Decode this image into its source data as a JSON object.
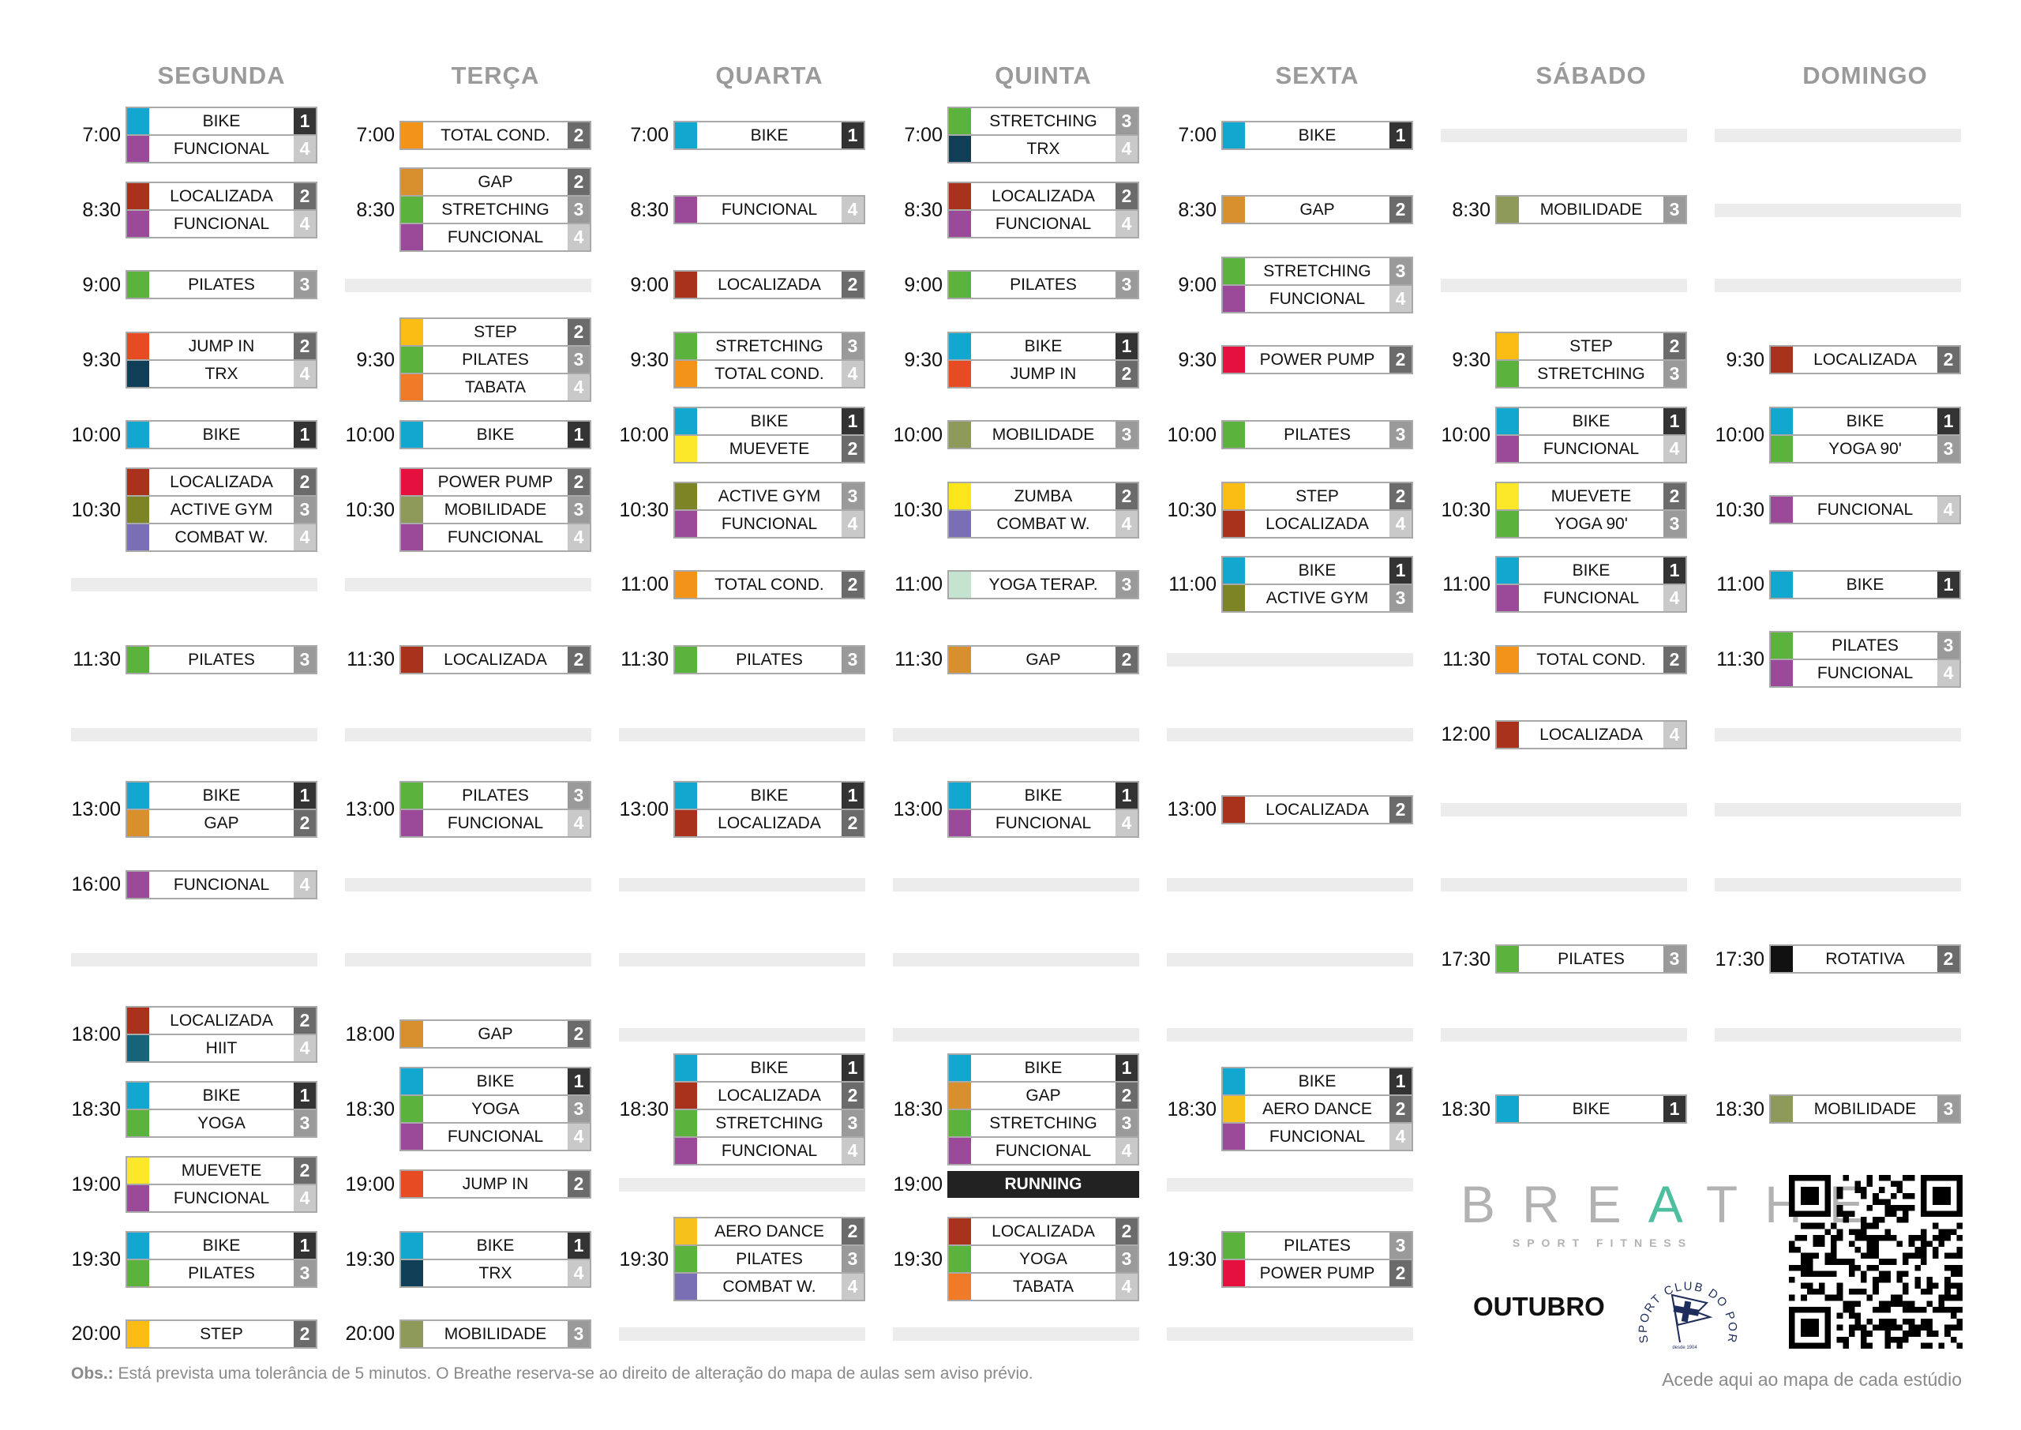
{
  "colors": {
    "BIKE": "#12a7cf",
    "FUNCIONAL": "#9b4a9a",
    "LOCALIZADA": "#a8321c",
    "PILATES": "#5bb33e",
    "JUMP IN": "#e64b24",
    "TRX": "#0f3e56",
    "TOTAL COND.": "#f39419",
    "GAP": "#d8902f",
    "STRETCHING": "#5bb33e",
    "STEP": "#fbbc13",
    "TABATA": "#f07a27",
    "POWER PUMP": "#e5103d",
    "MOBILIDADE": "#8e9a5a",
    "ACTIVE GYM": "#7c8426",
    "COMBAT W.": "#7a6eb5",
    "MUEVETE": "#fce829",
    "YOGA": "#5bb33e",
    "HIIT": "#17647a",
    "ZUMBA": "#fce51a",
    "YOGA TERAP.": "#c4e4cf",
    "AERO DANCE": "#f6c21a",
    "YOGA 90'": "#5bb33e",
    "ROTATIVA": "#111111",
    "room1": "#333333",
    "room2": "#6b6b6b",
    "room3": "#9a9a9a",
    "room4": "#c9c9c9",
    "accent": "#4dbfa0"
  },
  "days": [
    {
      "name": "SEGUNDA",
      "slots": [
        {
          "time": "7:00",
          "classes": [
            {
              "name": "BIKE",
              "room": "1"
            },
            {
              "name": "FUNCIONAL",
              "room": "4"
            }
          ]
        },
        {
          "time": "8:30",
          "classes": [
            {
              "name": "LOCALIZADA",
              "room": "2"
            },
            {
              "name": "FUNCIONAL",
              "room": "4"
            }
          ]
        },
        {
          "time": "9:00",
          "classes": [
            {
              "name": "PILATES",
              "room": "3"
            }
          ]
        },
        {
          "time": "9:30",
          "classes": [
            {
              "name": "JUMP IN",
              "room": "2"
            },
            {
              "name": "TRX",
              "room": "4"
            }
          ]
        },
        {
          "time": "10:00",
          "classes": [
            {
              "name": "BIKE",
              "room": "1"
            }
          ]
        },
        {
          "time": "10:30",
          "classes": [
            {
              "name": "LOCALIZADA",
              "room": "2"
            },
            {
              "name": "ACTIVE GYM",
              "room": "3"
            },
            {
              "name": "COMBAT W.",
              "room": "4"
            }
          ]
        },
        null,
        {
          "time": "11:30",
          "classes": [
            {
              "name": "PILATES",
              "room": "3"
            }
          ]
        },
        null,
        {
          "time": "13:00",
          "classes": [
            {
              "name": "BIKE",
              "room": "1"
            },
            {
              "name": "GAP",
              "room": "2"
            }
          ]
        },
        {
          "time": "16:00",
          "classes": [
            {
              "name": "FUNCIONAL",
              "room": "4"
            }
          ]
        },
        null,
        {
          "time": "18:00",
          "classes": [
            {
              "name": "LOCALIZADA",
              "room": "2"
            },
            {
              "name": "HIIT",
              "room": "4"
            }
          ]
        },
        {
          "time": "18:30",
          "classes": [
            {
              "name": "BIKE",
              "room": "1"
            },
            {
              "name": "YOGA",
              "room": "3"
            }
          ]
        },
        {
          "time": "19:00",
          "classes": [
            {
              "name": "MUEVETE",
              "room": "2"
            },
            {
              "name": "FUNCIONAL",
              "room": "4"
            }
          ]
        },
        {
          "time": "19:30",
          "classes": [
            {
              "name": "BIKE",
              "room": "1"
            },
            {
              "name": "PILATES",
              "room": "3"
            }
          ]
        },
        {
          "time": "20:00",
          "classes": [
            {
              "name": "STEP",
              "room": "2"
            }
          ]
        }
      ]
    },
    {
      "name": "TERÇA",
      "slots": [
        {
          "time": "7:00",
          "classes": [
            {
              "name": "TOTAL COND.",
              "room": "2"
            }
          ]
        },
        {
          "time": "8:30",
          "classes": [
            {
              "name": "GAP",
              "room": "2"
            },
            {
              "name": "STRETCHING",
              "room": "3"
            },
            {
              "name": "FUNCIONAL",
              "room": "4"
            }
          ]
        },
        null,
        {
          "time": "9:30",
          "classes": [
            {
              "name": "STEP",
              "room": "2"
            },
            {
              "name": "PILATES",
              "room": "3"
            },
            {
              "name": "TABATA",
              "room": "4"
            }
          ]
        },
        {
          "time": "10:00",
          "classes": [
            {
              "name": "BIKE",
              "room": "1"
            }
          ]
        },
        {
          "time": "10:30",
          "classes": [
            {
              "name": "POWER PUMP",
              "room": "2"
            },
            {
              "name": "MOBILIDADE",
              "room": "3"
            },
            {
              "name": "FUNCIONAL",
              "room": "4"
            }
          ]
        },
        null,
        {
          "time": "11:30",
          "classes": [
            {
              "name": "LOCALIZADA",
              "room": "2"
            }
          ]
        },
        null,
        {
          "time": "13:00",
          "classes": [
            {
              "name": "PILATES",
              "room": "3"
            },
            {
              "name": "FUNCIONAL",
              "room": "4"
            }
          ]
        },
        null,
        null,
        {
          "time": "18:00",
          "classes": [
            {
              "name": "GAP",
              "room": "2"
            }
          ]
        },
        {
          "time": "18:30",
          "classes": [
            {
              "name": "BIKE",
              "room": "1"
            },
            {
              "name": "YOGA",
              "room": "3"
            },
            {
              "name": "FUNCIONAL",
              "room": "4"
            }
          ]
        },
        {
          "time": "19:00",
          "classes": [
            {
              "name": "JUMP IN",
              "room": "2"
            }
          ]
        },
        {
          "time": "19:30",
          "classes": [
            {
              "name": "BIKE",
              "room": "1"
            },
            {
              "name": "TRX",
              "room": "4"
            }
          ]
        },
        {
          "time": "20:00",
          "classes": [
            {
              "name": "MOBILIDADE",
              "room": "3"
            }
          ]
        }
      ]
    },
    {
      "name": "QUARTA",
      "slots": [
        {
          "time": "7:00",
          "classes": [
            {
              "name": "BIKE",
              "room": "1"
            }
          ]
        },
        {
          "time": "8:30",
          "classes": [
            {
              "name": "FUNCIONAL",
              "room": "4"
            }
          ]
        },
        {
          "time": "9:00",
          "classes": [
            {
              "name": "LOCALIZADA",
              "room": "2"
            }
          ]
        },
        {
          "time": "9:30",
          "classes": [
            {
              "name": "STRETCHING",
              "room": "3"
            },
            {
              "name": "TOTAL COND.",
              "room": "4"
            }
          ]
        },
        {
          "time": "10:00",
          "classes": [
            {
              "name": "BIKE",
              "room": "1"
            },
            {
              "name": "MUEVETE",
              "room": "2"
            }
          ]
        },
        {
          "time": "10:30",
          "classes": [
            {
              "name": "ACTIVE GYM",
              "room": "3"
            },
            {
              "name": "FUNCIONAL",
              "room": "4"
            }
          ]
        },
        {
          "time": "11:00",
          "classes": [
            {
              "name": "TOTAL COND.",
              "room": "2"
            }
          ]
        },
        {
          "time": "11:30",
          "classes": [
            {
              "name": "PILATES",
              "room": "3"
            }
          ]
        },
        null,
        {
          "time": "13:00",
          "classes": [
            {
              "name": "BIKE",
              "room": "1"
            },
            {
              "name": "LOCALIZADA",
              "room": "2"
            }
          ]
        },
        null,
        null,
        null,
        {
          "time": "18:30",
          "classes": [
            {
              "name": "BIKE",
              "room": "1"
            },
            {
              "name": "LOCALIZADA",
              "room": "2"
            },
            {
              "name": "STRETCHING",
              "room": "3"
            },
            {
              "name": "FUNCIONAL",
              "room": "4"
            }
          ]
        },
        null,
        {
          "time": "19:30",
          "classes": [
            {
              "name": "AERO DANCE",
              "room": "2"
            },
            {
              "name": "PILATES",
              "room": "3"
            },
            {
              "name": "COMBAT W.",
              "room": "4"
            }
          ]
        },
        null
      ]
    },
    {
      "name": "QUINTA",
      "slots": [
        {
          "time": "7:00",
          "classes": [
            {
              "name": "STRETCHING",
              "room": "3"
            },
            {
              "name": "TRX",
              "room": "4"
            }
          ]
        },
        {
          "time": "8:30",
          "classes": [
            {
              "name": "LOCALIZADA",
              "room": "2"
            },
            {
              "name": "FUNCIONAL",
              "room": "4"
            }
          ]
        },
        {
          "time": "9:00",
          "classes": [
            {
              "name": "PILATES",
              "room": "3"
            }
          ]
        },
        {
          "time": "9:30",
          "classes": [
            {
              "name": "BIKE",
              "room": "1"
            },
            {
              "name": "JUMP IN",
              "room": "2"
            }
          ]
        },
        {
          "time": "10:00",
          "classes": [
            {
              "name": "MOBILIDADE",
              "room": "3"
            }
          ]
        },
        {
          "time": "10:30",
          "classes": [
            {
              "name": "ZUMBA",
              "room": "2"
            },
            {
              "name": "COMBAT W.",
              "room": "4"
            }
          ]
        },
        {
          "time": "11:00",
          "classes": [
            {
              "name": "YOGA TERAP.",
              "room": "3"
            }
          ]
        },
        {
          "time": "11:30",
          "classes": [
            {
              "name": "GAP",
              "room": "2"
            }
          ]
        },
        null,
        {
          "time": "13:00",
          "classes": [
            {
              "name": "BIKE",
              "room": "1"
            },
            {
              "name": "FUNCIONAL",
              "room": "4"
            }
          ]
        },
        null,
        null,
        null,
        {
          "time": "18:30",
          "classes": [
            {
              "name": "BIKE",
              "room": "1"
            },
            {
              "name": "GAP",
              "room": "2"
            },
            {
              "name": "STRETCHING",
              "room": "3"
            },
            {
              "name": "FUNCIONAL",
              "room": "4"
            }
          ]
        },
        {
          "time": "19:00",
          "special": "RUNNING"
        },
        {
          "time": "19:30",
          "classes": [
            {
              "name": "LOCALIZADA",
              "room": "2"
            },
            {
              "name": "YOGA",
              "room": "3"
            },
            {
              "name": "TABATA",
              "room": "4"
            }
          ]
        },
        null
      ]
    },
    {
      "name": "SEXTA",
      "slots": [
        {
          "time": "7:00",
          "classes": [
            {
              "name": "BIKE",
              "room": "1"
            }
          ]
        },
        {
          "time": "8:30",
          "classes": [
            {
              "name": "GAP",
              "room": "2"
            }
          ]
        },
        {
          "time": "9:00",
          "classes": [
            {
              "name": "STRETCHING",
              "room": "3"
            },
            {
              "name": "FUNCIONAL",
              "room": "4"
            }
          ]
        },
        {
          "time": "9:30",
          "classes": [
            {
              "name": "POWER PUMP",
              "room": "2"
            }
          ]
        },
        {
          "time": "10:00",
          "classes": [
            {
              "name": "PILATES",
              "room": "3"
            }
          ]
        },
        {
          "time": "10:30",
          "classes": [
            {
              "name": "STEP",
              "room": "2"
            },
            {
              "name": "LOCALIZADA",
              "room": "4"
            }
          ]
        },
        {
          "time": "11:00",
          "classes": [
            {
              "name": "BIKE",
              "room": "1"
            },
            {
              "name": "ACTIVE GYM",
              "room": "3"
            }
          ]
        },
        null,
        null,
        {
          "time": "13:00",
          "classes": [
            {
              "name": "LOCALIZADA",
              "room": "2"
            }
          ]
        },
        null,
        null,
        null,
        {
          "time": "18:30",
          "classes": [
            {
              "name": "BIKE",
              "room": "1"
            },
            {
              "name": "AERO DANCE",
              "room": "2"
            },
            {
              "name": "FUNCIONAL",
              "room": "4"
            }
          ]
        },
        null,
        {
          "time": "19:30",
          "classes": [
            {
              "name": "PILATES",
              "room": "3"
            },
            {
              "name": "POWER PUMP",
              "room": "2"
            }
          ]
        },
        null
      ]
    },
    {
      "name": "SÁBADO",
      "slots": [
        null,
        {
          "time": "8:30",
          "classes": [
            {
              "name": "MOBILIDADE",
              "room": "3"
            }
          ]
        },
        null,
        {
          "time": "9:30",
          "classes": [
            {
              "name": "STEP",
              "room": "2"
            },
            {
              "name": "STRETCHING",
              "room": "3"
            }
          ]
        },
        {
          "time": "10:00",
          "classes": [
            {
              "name": "BIKE",
              "room": "1"
            },
            {
              "name": "FUNCIONAL",
              "room": "4"
            }
          ]
        },
        {
          "time": "10:30",
          "classes": [
            {
              "name": "MUEVETE",
              "room": "2"
            },
            {
              "name": "YOGA 90'",
              "room": "3"
            }
          ]
        },
        {
          "time": "11:00",
          "classes": [
            {
              "name": "BIKE",
              "room": "1"
            },
            {
              "name": "FUNCIONAL",
              "room": "4"
            }
          ]
        },
        {
          "time": "11:30",
          "classes": [
            {
              "name": "TOTAL COND.",
              "room": "2"
            }
          ]
        },
        {
          "time": "12:00",
          "classes": [
            {
              "name": "LOCALIZADA",
              "room": "4"
            }
          ]
        },
        null,
        null,
        {
          "time": "17:30",
          "classes": [
            {
              "name": "PILATES",
              "room": "3"
            }
          ]
        },
        null,
        {
          "time": "18:30",
          "classes": [
            {
              "name": "BIKE",
              "room": "1"
            }
          ]
        }
      ]
    },
    {
      "name": "DOMINGO",
      "slots": [
        null,
        null,
        null,
        {
          "time": "9:30",
          "classes": [
            {
              "name": "LOCALIZADA",
              "room": "2"
            }
          ]
        },
        {
          "time": "10:00",
          "classes": [
            {
              "name": "BIKE",
              "room": "1"
            },
            {
              "name": "YOGA 90'",
              "room": "3"
            }
          ]
        },
        {
          "time": "10:30",
          "classes": [
            {
              "name": "FUNCIONAL",
              "room": "4"
            }
          ]
        },
        {
          "time": "11:00",
          "classes": [
            {
              "name": "BIKE",
              "room": "1"
            }
          ]
        },
        {
          "time": "11:30",
          "classes": [
            {
              "name": "PILATES",
              "room": "3"
            },
            {
              "name": "FUNCIONAL",
              "room": "4"
            }
          ]
        },
        null,
        null,
        null,
        {
          "time": "17:30",
          "classes": [
            {
              "name": "ROTATIVA",
              "room": "2"
            }
          ]
        },
        null,
        {
          "time": "18:30",
          "classes": [
            {
              "name": "MOBILIDADE",
              "room": "3"
            }
          ]
        }
      ]
    }
  ],
  "footer": {
    "obs_label": "Obs.:",
    "obs_text": " Está prevista uma tolerância de 5 minutos. O Breathe reserva-se ao direito de alteração do mapa de aulas sem aviso prévio.",
    "month": "OUTUBRO",
    "qr_caption": "Acede aqui ao mapa de cada estúdio"
  },
  "logo": {
    "word_start": "BRE",
    "word_a": "A",
    "word_end": "THE",
    "subtitle": "SPORT FITNESS"
  },
  "seal": {
    "text": "SPORT CLUB DO PORTO",
    "since": "desde 1904"
  }
}
